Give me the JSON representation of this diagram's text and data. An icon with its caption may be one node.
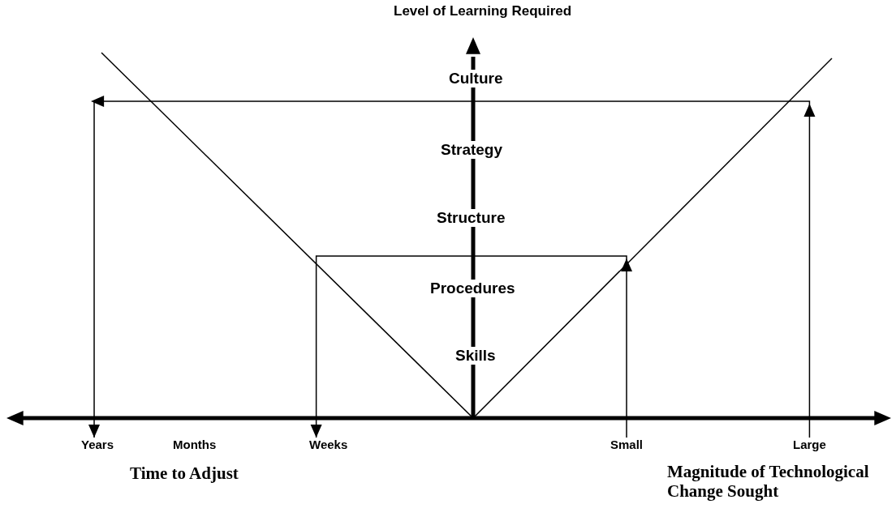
{
  "diagram": {
    "nodes": [
      {
        "text": [
          "Years"
        ]
      },
      {
        "text": [
          "Weeks"
        ]
      },
      {
        "text": [
          "Small"
        ]
      },
      {
        "text": [
          "Large"
        ]
      }
    ],
    "edges": [
      {
        "from": 3,
        "to": 0,
        "arrow": "to"
      },
      {
        "from": 2,
        "to": 1,
        "arrow": "to"
      }
    ],
    "labels": [
      "Level of Learning Required",
      "Culture",
      "Strategy",
      "Structure",
      "Procedures",
      "Skills",
      "Months",
      "Time to Adjust",
      "Magnitude of Technological Change Sought"
    ]
  }
}
